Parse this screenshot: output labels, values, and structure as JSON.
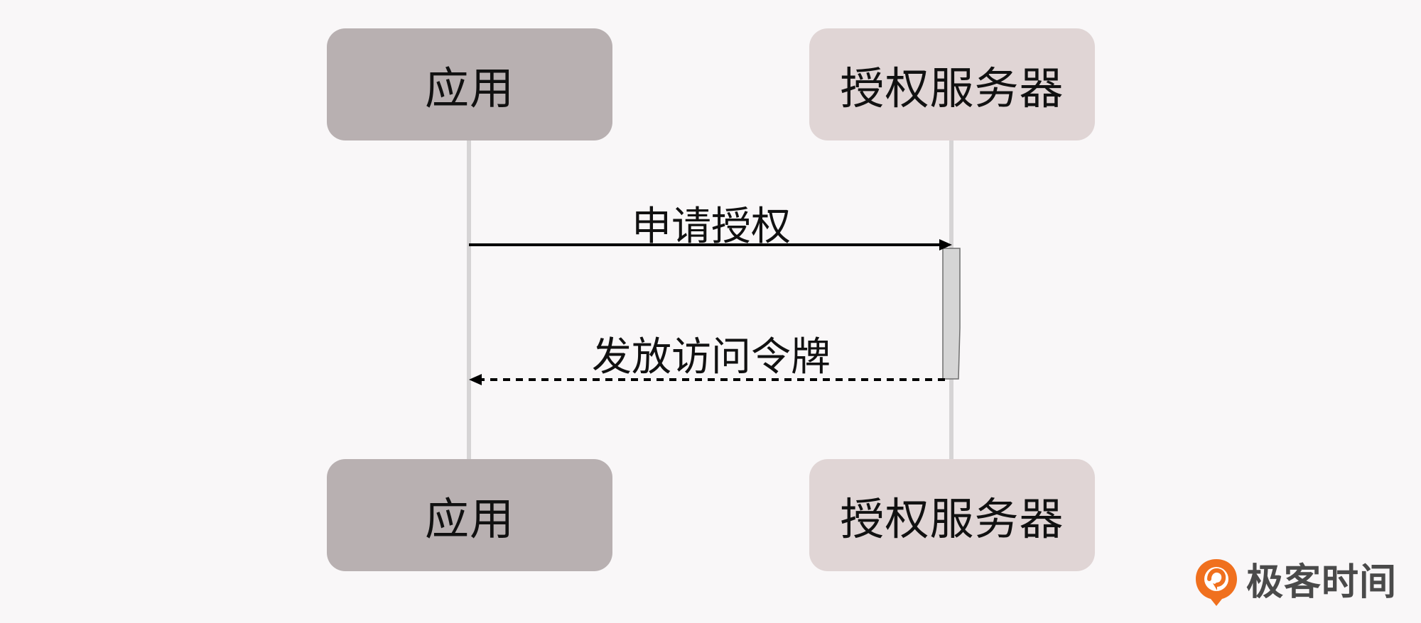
{
  "participants": {
    "app": {
      "label": "应用"
    },
    "server": {
      "label": "授权服务器"
    }
  },
  "messages": {
    "request": {
      "label": "申请授权"
    },
    "response": {
      "label": "发放访问令牌"
    }
  },
  "brand": {
    "text": "极客时间",
    "logo_icon": "geektime-logo-icon",
    "logo_color": "#f0701e"
  },
  "colors": {
    "app_box": "#b8b0b1",
    "server_box": "#e0d5d5",
    "background": "#f9f7f8",
    "lifeline": "#d6d4d5"
  }
}
